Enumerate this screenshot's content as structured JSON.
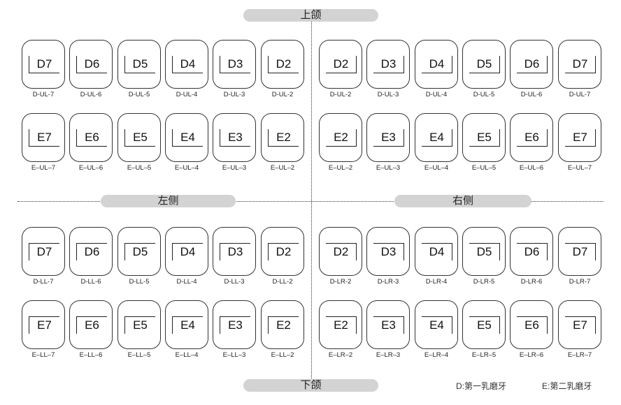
{
  "labels": {
    "top": "上颌",
    "bottom": "下颌",
    "left": "左侧",
    "right": "右侧",
    "legend_d": "D:第一乳磨牙",
    "legend_e": "E:第二乳磨牙"
  },
  "rows": [
    {
      "left": [
        {
          "t": "D7",
          "c": "D-UL-7"
        },
        {
          "t": "D6",
          "c": "D-UL-6"
        },
        {
          "t": "D5",
          "c": "D-UL-5"
        },
        {
          "t": "D4",
          "c": "D-UL-4"
        },
        {
          "t": "D3",
          "c": "D-UL-3"
        },
        {
          "t": "D2",
          "c": "D-UL-2"
        }
      ],
      "right": [
        {
          "t": "D2",
          "c": "D-UL-2"
        },
        {
          "t": "D3",
          "c": "D-UL-3"
        },
        {
          "t": "D4",
          "c": "D-UL-4"
        },
        {
          "t": "D5",
          "c": "D-UL-5"
        },
        {
          "t": "D6",
          "c": "D-UL-6"
        },
        {
          "t": "D7",
          "c": "D-UL-7"
        }
      ]
    },
    {
      "left": [
        {
          "t": "E7",
          "c": "E–UL–7"
        },
        {
          "t": "E6",
          "c": "E–UL–6"
        },
        {
          "t": "E5",
          "c": "E–UL–5"
        },
        {
          "t": "E4",
          "c": "E–UL–4"
        },
        {
          "t": "E3",
          "c": "E–UL–3"
        },
        {
          "t": "E2",
          "c": "E–UL–2"
        }
      ],
      "right": [
        {
          "t": "E2",
          "c": "E–UL–2"
        },
        {
          "t": "E3",
          "c": "E–UL–3"
        },
        {
          "t": "E4",
          "c": "E–UL–4"
        },
        {
          "t": "E5",
          "c": "E–UL–5"
        },
        {
          "t": "E6",
          "c": "E–UL–6"
        },
        {
          "t": "E7",
          "c": "E–UL–7"
        }
      ]
    },
    {
      "left": [
        {
          "t": "D7",
          "c": "D-LL-7"
        },
        {
          "t": "D6",
          "c": "D-LL-6"
        },
        {
          "t": "D5",
          "c": "D-LL-5"
        },
        {
          "t": "D4",
          "c": "D-LL-4"
        },
        {
          "t": "D3",
          "c": "D-LL-3"
        },
        {
          "t": "D2",
          "c": "D-LL-2"
        }
      ],
      "right": [
        {
          "t": "D2",
          "c": "D-LR-2"
        },
        {
          "t": "D3",
          "c": "D-LR-3"
        },
        {
          "t": "D4",
          "c": "D-LR-4"
        },
        {
          "t": "D5",
          "c": "D-LR-5"
        },
        {
          "t": "D6",
          "c": "D-LR-6"
        },
        {
          "t": "D7",
          "c": "D-LR-7"
        }
      ]
    },
    {
      "left": [
        {
          "t": "E7",
          "c": "E–LL–7"
        },
        {
          "t": "E6",
          "c": "E–LL–6"
        },
        {
          "t": "E5",
          "c": "E–LL–5"
        },
        {
          "t": "E4",
          "c": "E–LL–4"
        },
        {
          "t": "E3",
          "c": "E–LL–3"
        },
        {
          "t": "E2",
          "c": "E–LL–2"
        }
      ],
      "right": [
        {
          "t": "E2",
          "c": "E–LR–2"
        },
        {
          "t": "E3",
          "c": "E–LR–3"
        },
        {
          "t": "E4",
          "c": "E–LR–4"
        },
        {
          "t": "E5",
          "c": "E–LR–5"
        },
        {
          "t": "E6",
          "c": "E–LR–6"
        },
        {
          "t": "E7",
          "c": "E–LR–7"
        }
      ]
    }
  ]
}
